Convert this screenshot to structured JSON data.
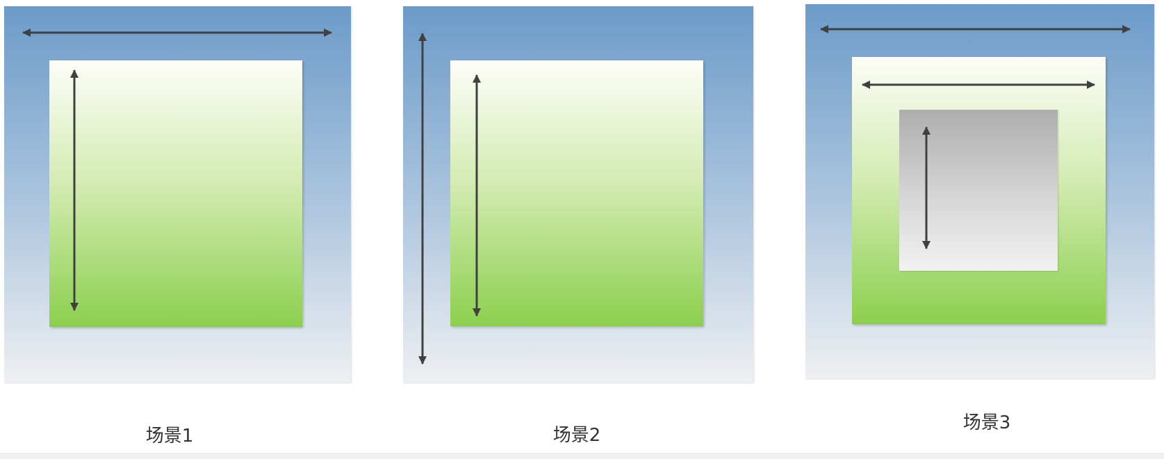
{
  "scenes": [
    {
      "label": "场景1"
    },
    {
      "label": "场景2"
    },
    {
      "label": "场景3"
    }
  ],
  "colors": {
    "outer_top": "#6b9bc9",
    "outer_bottom": "#eef0f2",
    "inner_top": "#fdfdf8",
    "inner_bottom": "#8ccf4e",
    "innermost_top": "#aeaeae",
    "innermost_bottom": "#f2f2f2",
    "arrow": "#404040"
  }
}
